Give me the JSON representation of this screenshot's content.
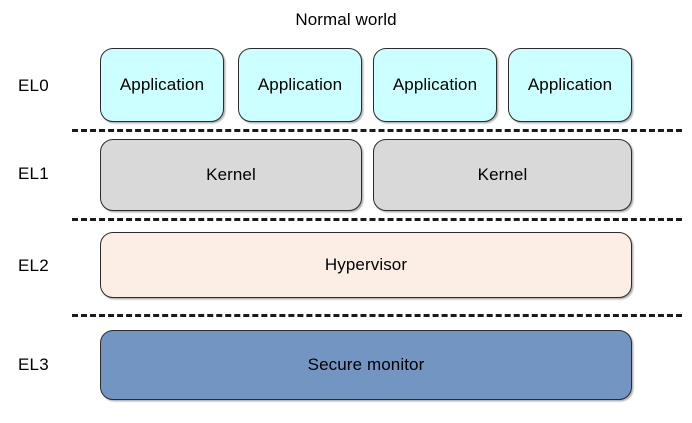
{
  "diagram": {
    "title": "Normal world",
    "levels": [
      {
        "label": "EL0"
      },
      {
        "label": "EL1"
      },
      {
        "label": "EL2"
      },
      {
        "label": "EL3"
      }
    ],
    "nodes": {
      "el0": [
        {
          "label": "Application"
        },
        {
          "label": "Application"
        },
        {
          "label": "Application"
        },
        {
          "label": "Application"
        }
      ],
      "el1": [
        {
          "label": "Kernel"
        },
        {
          "label": "Kernel"
        }
      ],
      "el2": [
        {
          "label": "Hypervisor"
        }
      ],
      "el3": [
        {
          "label": "Secure monitor"
        }
      ]
    },
    "colors": {
      "application": "#ccffff",
      "kernel": "#d9d9d9",
      "hypervisor": "#fceee4",
      "secure_monitor": "#7295c2",
      "outline": "#2b2b2b",
      "divider": "#1a1a1a",
      "background": "#ffffff",
      "text": "#000000"
    }
  }
}
